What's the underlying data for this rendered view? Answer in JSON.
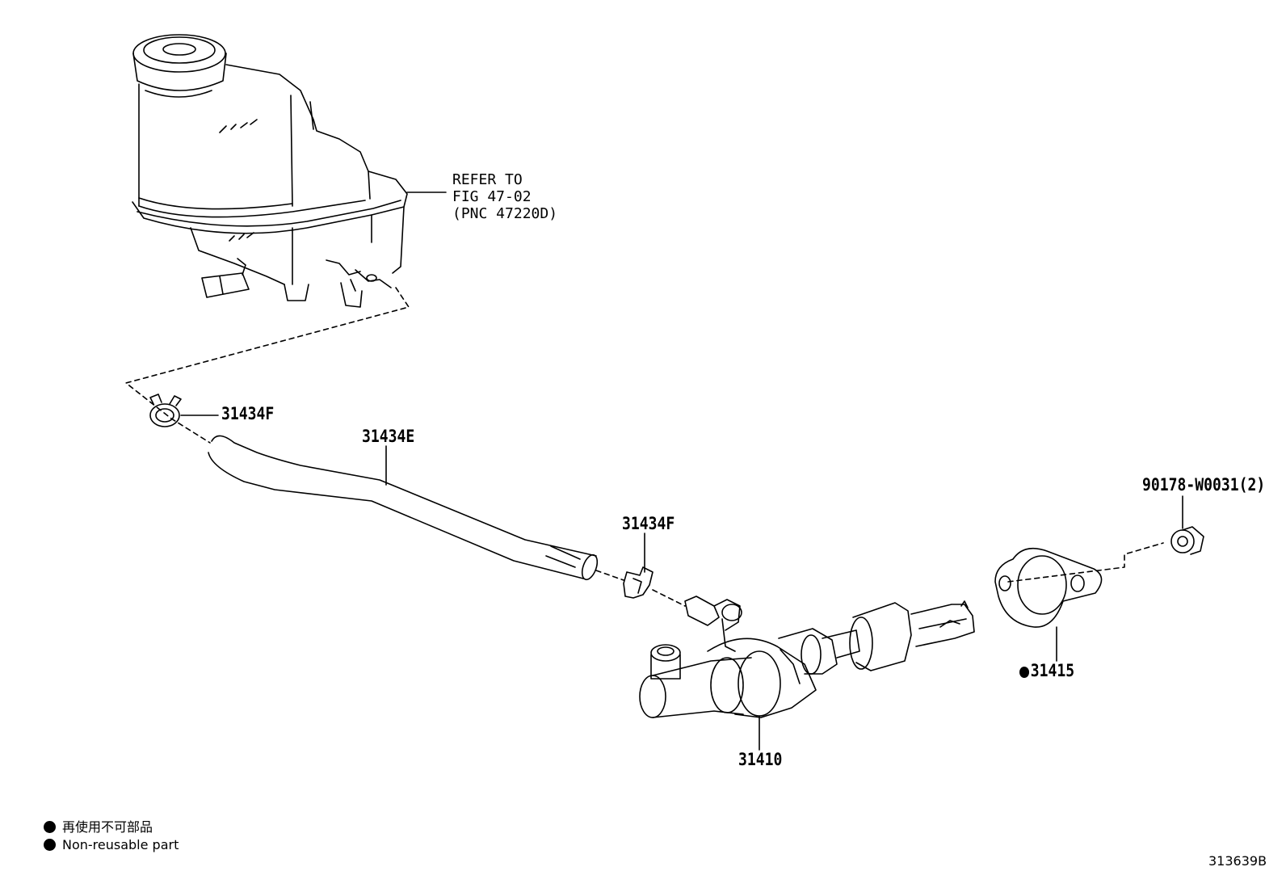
{
  "reference": {
    "line1": "REFER TO",
    "line2": "FIG 47-02",
    "line3": "(PNC 47220D)"
  },
  "parts": {
    "clip_upper": "31434F",
    "hose": "31434E",
    "clip_lower": "31434F",
    "bolt": "90178-W0031(2)",
    "gasket": "31415",
    "master_cylinder": "31410"
  },
  "legend": {
    "jp": "再使用不可部品",
    "en": "Non-reusable part"
  },
  "figure_number": "313639B"
}
